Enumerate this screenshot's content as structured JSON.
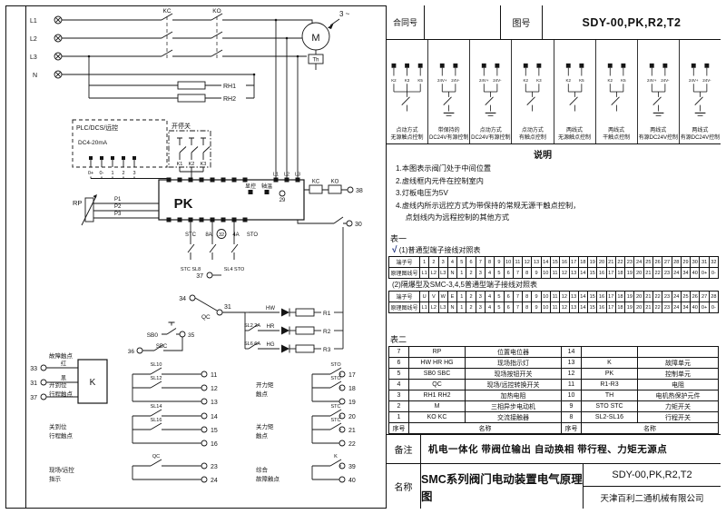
{
  "colors": {
    "line": "#151515",
    "check_mark": "#1c2f7c",
    "background": "#ffffff"
  },
  "header": {
    "contract_label": "合同号",
    "drawing_no_label": "图号",
    "drawing_no": "SDY-00,PK,R2,T2"
  },
  "modes": [
    {
      "caption1": "点动方式",
      "caption2": "无源触点控制",
      "terminals": [
        "K2",
        "K3",
        "K5"
      ]
    },
    {
      "caption1": "带保持的",
      "caption2": "DC24V有源控制",
      "terminals": [
        "24V+",
        "24V-"
      ]
    },
    {
      "caption1": "点动方式",
      "caption2": "DC24V有源控制",
      "terminals": [
        "24V+",
        "24V-"
      ]
    },
    {
      "caption1": "点动方式",
      "caption2": "有触点控制",
      "terminals": [
        "K2",
        "K3"
      ]
    },
    {
      "caption1": "两线式",
      "caption2": "无源触点控制",
      "terminals": [
        "K2",
        "K5"
      ]
    },
    {
      "caption1": "两线式",
      "caption2": "干触点控制",
      "terminals": [
        "K2",
        "K5"
      ]
    },
    {
      "caption1": "两线式",
      "caption2": "有源DC24V控制",
      "terminals": [
        "24V+",
        "24V-"
      ]
    },
    {
      "caption1": "两线式",
      "caption2": "有源DC24V控制",
      "terminals": [
        "24V+",
        "24V-"
      ]
    }
  ],
  "notes": {
    "title": "说明",
    "items": [
      "1.本图表示阀门处于中间位置",
      "2.虚线框内元件在控制室内",
      "3.灯板电压为5V",
      "4.虚线内所示远控方式为带保持的常规无源干触点控制，",
      "　 点划线内为远程控制的其他方式"
    ]
  },
  "table1": {
    "title": "表一",
    "check": "√",
    "sub1": "(1)普通型端子接线对照表",
    "sub2": "(2)隔爆型及SMC-3,4,5普通型端子接线对照表",
    "terminal_header": "端子号",
    "line_header": "原理图线号",
    "t1_terminals": [
      "1",
      "2",
      "3",
      "4",
      "5",
      "6",
      "7",
      "8",
      "9",
      "10",
      "11",
      "12",
      "13",
      "14",
      "15",
      "16",
      "17",
      "18",
      "19",
      "20",
      "21",
      "22",
      "23",
      "24",
      "25",
      "26",
      "27",
      "28",
      "29",
      "30",
      "31",
      "32"
    ],
    "t1_lines": [
      "L1",
      "L2",
      "L3",
      "N",
      "1",
      "2",
      "3",
      "4",
      "5",
      "6",
      "7",
      "8",
      "9",
      "10",
      "11",
      "12",
      "13",
      "14",
      "15",
      "16",
      "17",
      "18",
      "19",
      "20",
      "21",
      "22",
      "23",
      "24",
      "34",
      "40",
      "0+",
      "0-"
    ],
    "t2_terminals": [
      "U",
      "V",
      "W",
      "E",
      "1",
      "2",
      "3",
      "4",
      "5",
      "6",
      "7",
      "8",
      "9",
      "10",
      "11",
      "12",
      "13",
      "14",
      "15",
      "16",
      "17",
      "18",
      "19",
      "20",
      "21",
      "22",
      "23",
      "24",
      "25",
      "26",
      "27",
      "28"
    ],
    "t2_lines": [
      "L1",
      "L2",
      "L3",
      "N",
      "1",
      "2",
      "3",
      "4",
      "5",
      "6",
      "7",
      "8",
      "9",
      "10",
      "11",
      "12",
      "13",
      "14",
      "15",
      "16",
      "17",
      "18",
      "19",
      "20",
      "21",
      "22",
      "23",
      "24",
      "34",
      "40",
      "0+",
      "0-"
    ]
  },
  "table2": {
    "title": "表二",
    "rows": [
      [
        "7",
        "RP",
        "位置电位器",
        "14",
        "",
        ""
      ],
      [
        "6",
        "HW HR HG",
        "现场指示灯",
        "13",
        "K",
        "故障单元"
      ],
      [
        "5",
        "SB0 SBC",
        "现场按钮开关",
        "12",
        "PK",
        "控制单元"
      ],
      [
        "4",
        "QC",
        "现场/远控转换开关",
        "11",
        "R1-R3",
        "电阻"
      ],
      [
        "3",
        "RH1 RH2",
        "加热电阻",
        "10",
        "TH",
        "电机热保护元件"
      ],
      [
        "2",
        "M",
        "三相异步电动机",
        "9",
        "STO STC",
        "力矩开关"
      ],
      [
        "1",
        "KO KC",
        "交流接触器",
        "8",
        "SL2-SL16",
        "行程开关"
      ]
    ],
    "footer": [
      "序号",
      "名称",
      "序号",
      "名称"
    ]
  },
  "footer": {
    "remark_label": "备注",
    "remark_text": "机电一体化  带阀位输出  自动换相  带行程、力矩无源点",
    "name_label": "名称",
    "name_text": "SMC系列阀门电动装置电气原理图",
    "drawing_no": "SDY-00,PK,R2,T2",
    "company": "天津百利二通机械有限公司"
  },
  "sch": {
    "l1": "L1",
    "l2": "L2",
    "l3": "L3",
    "n": "N",
    "kc": "KC",
    "ko": "KO",
    "sys": "3 ~",
    "m": "M",
    "th": "Th",
    "rh1": "RH1",
    "rh2": "RH2",
    "plc": "PLC/DCS/远控",
    "sig": "DC4-20mA",
    "osc": "开停关",
    "r0p": "0+",
    "r0m": "0-",
    "r1": "1",
    "r2": "2",
    "r3": "3",
    "k1": "K1",
    "k2": "K2",
    "k3": "K3",
    "pl1": "L1",
    "pl2": "L2",
    "pl3": "L3",
    "pk": "PK",
    "disp": "显控",
    "temp": "轴温",
    "t29": "29",
    "ckc": "KC",
    "cko": "KO",
    "t38": "38",
    "t30": "30",
    "rp": "RP",
    "p1": "P1",
    "p2": "P2",
    "p3": "P3",
    "stc1": "STC",
    "a8": "8A",
    "t32": "32",
    "a4": "4A",
    "sto1": "STO",
    "stcsl8": "STC SL8",
    "sl4sto": "SL4 STO",
    "t37m": "37",
    "t34": "34",
    "qc": "QC",
    "t31m": "31",
    "sb0": "SB0",
    "t35": "35",
    "sbc": "SBC",
    "t36": "36",
    "flt": "故障触点",
    "red": "红",
    "blk": "黑",
    "t33": "33",
    "t31": "31",
    "t37": "37",
    "k": "K",
    "hw": "HW",
    "hr": "HR",
    "hg": "HG",
    "rr1": "R1",
    "rr2": "R2",
    "rr3": "R3",
    "sl2": "SL2 2A",
    "sl6": "SL6 6A",
    "g1a": "开到位",
    "g1b": "行程触点",
    "sl10": "SL10",
    "sl12": "SL12",
    "t11": "11",
    "t12": "12",
    "t13": "13",
    "g2a": "关到位",
    "g2b": "行程触点",
    "sl14": "SL14",
    "sl16": "SL16",
    "t14": "14",
    "t15": "15",
    "t16": "16",
    "g3a": "现场/远控",
    "g3b": "指示",
    "qc2": "QC",
    "t23": "23",
    "t24": "24",
    "g4a": "开力矩",
    "g4b": "触点",
    "sto2": "STO",
    "sto3": "STO",
    "t17": "17",
    "t18": "18",
    "t19": "19",
    "g5a": "关力矩",
    "g5b": "触点",
    "stc2": "STC",
    "stc3": "STC",
    "t20": "20",
    "t21": "21",
    "t22": "22",
    "g6a": "综合",
    "g6b": "故障触点",
    "k2c": "K",
    "t39": "39",
    "t40": "40"
  }
}
